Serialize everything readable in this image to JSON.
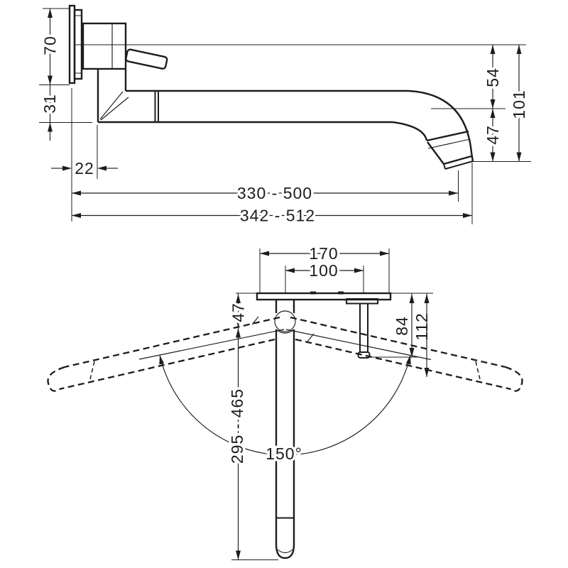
{
  "drawing": {
    "title": "wall-mounted-faucet-dimension-drawing",
    "background": "#ffffff",
    "line_color": "#1d1d1b",
    "side_view": {
      "dims": {
        "d70": "70",
        "d31": "31",
        "d22": "22",
        "d54": "54",
        "d47": "47",
        "d101": "101",
        "reach": "330 - 500",
        "total_reach": "342 - 512"
      }
    },
    "top_view": {
      "dims": {
        "d170": "170",
        "d100": "100",
        "d47": "47",
        "d84": "84",
        "d112": "112",
        "swivel_reach": "295 - 465",
        "angle": "150°"
      }
    }
  }
}
